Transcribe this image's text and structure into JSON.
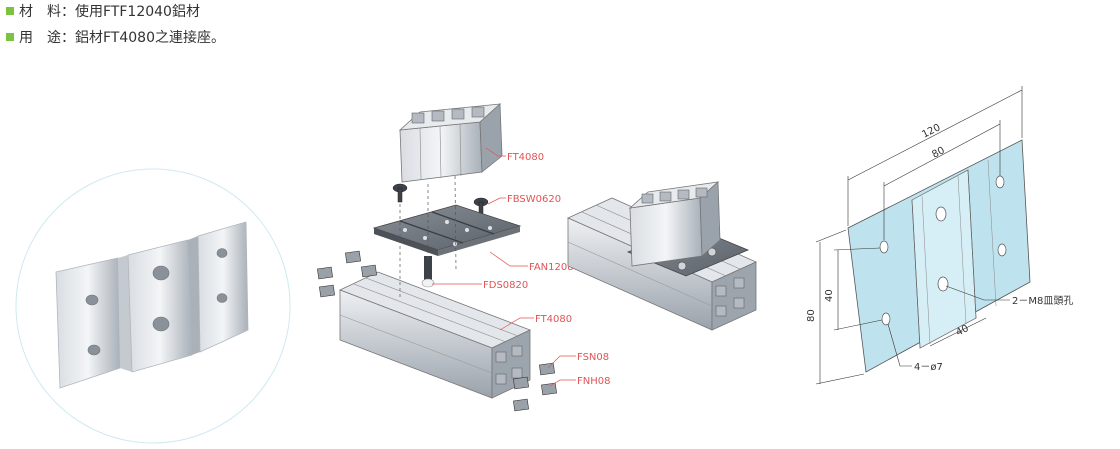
{
  "specs": [
    {
      "label": "材　料：",
      "value": "使用FTF12040鋁材"
    },
    {
      "label": "用　途：",
      "value": "鋁材FT4080之連接座。"
    }
  ],
  "callouts": [
    "FT4080",
    "FBSW0620",
    "FAN12080",
    "FDS0820",
    "FT4080",
    "FSN08",
    "FNH08"
  ],
  "dimensions": {
    "width_total": "120",
    "width_inner": "80",
    "height_total": "80",
    "height_inner": "40",
    "spacing": "40",
    "hole_note": "2－M8皿頭孔",
    "hole_count": "4－ø7"
  },
  "colors": {
    "accent": "#7dc342",
    "callout": "#e05555",
    "plate": "#bfe3ee"
  }
}
